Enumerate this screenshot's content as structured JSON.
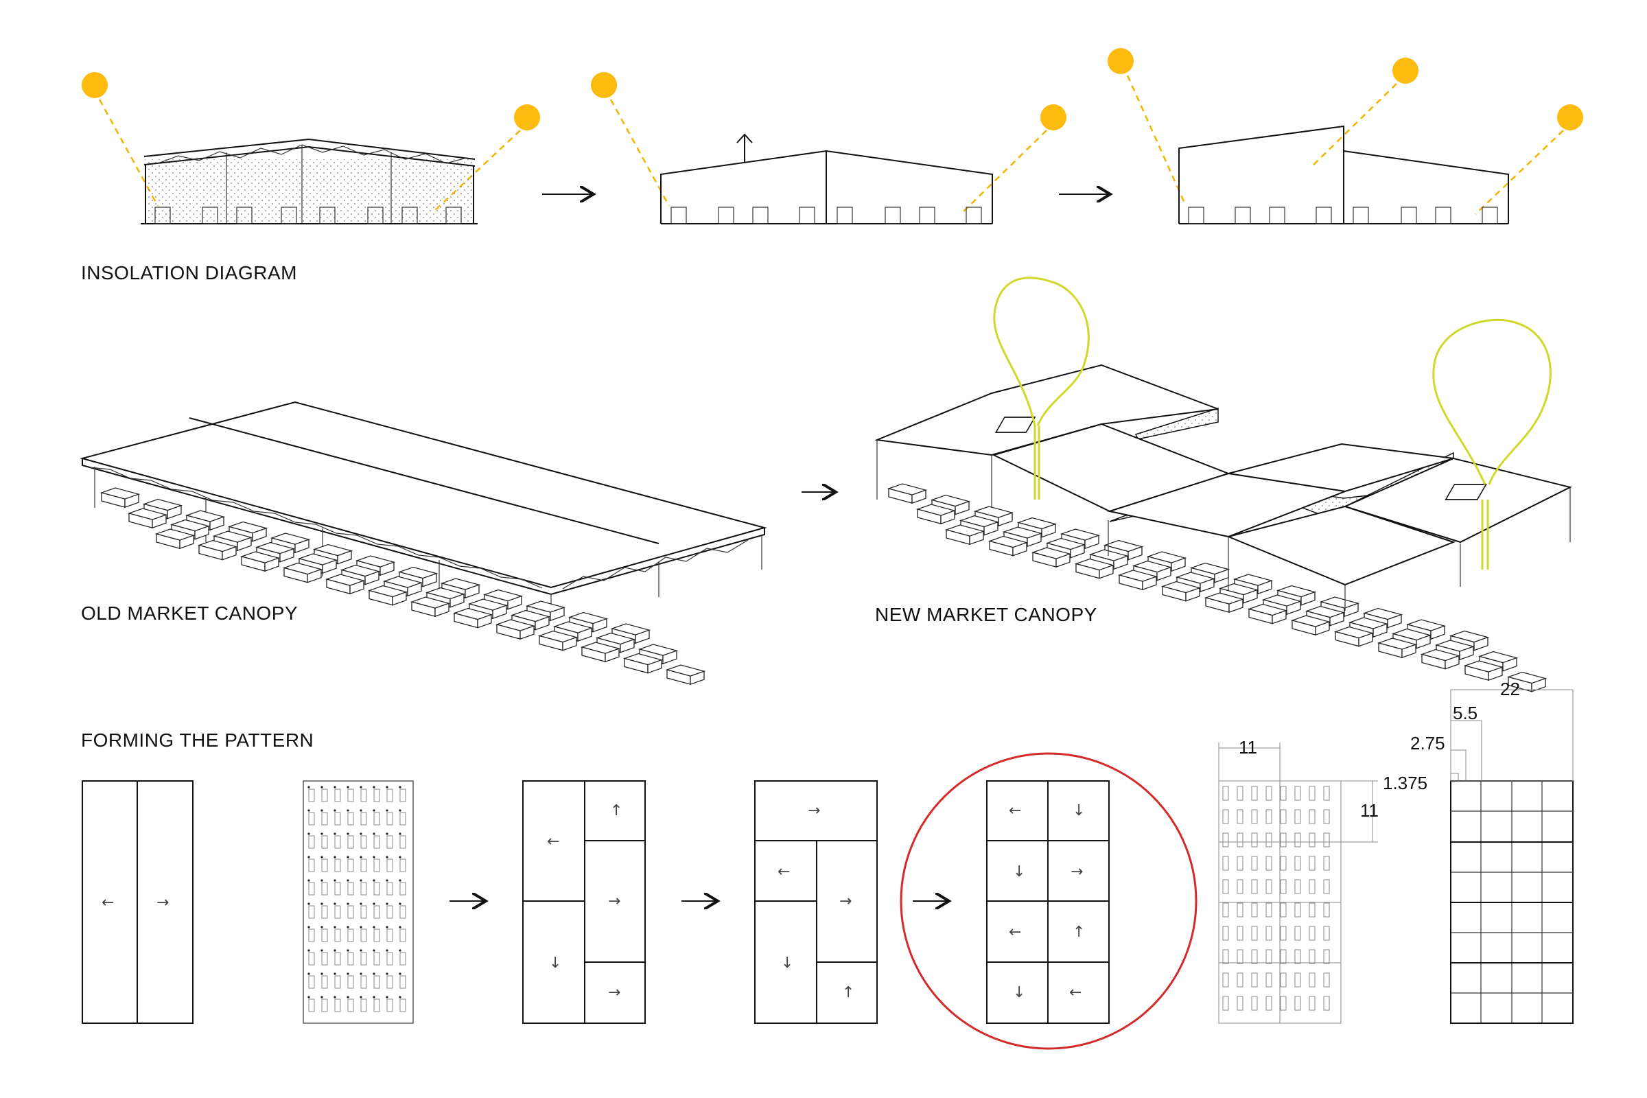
{
  "labels": {
    "insolation": "INSOLATION DIAGRAM",
    "old_canopy": "OLD MARKET CANOPY",
    "new_canopy": "NEW MARKET CANOPY",
    "pattern": "FORMING THE PATTERN"
  },
  "dimensions": {
    "d11_top": "11",
    "d11_side": "11",
    "d22": "22",
    "d5_5": "5.5",
    "d2_75": "2.75",
    "d1_375": "1.375"
  },
  "glyphs": {
    "left": "←",
    "right": "→",
    "up": "↑",
    "down": "↓"
  },
  "colors": {
    "sun": "#fdbb10",
    "ray": "#f5b400",
    "balloon": "#cfd92a",
    "highlight_circle": "#d42a2a",
    "line": "#111111"
  }
}
